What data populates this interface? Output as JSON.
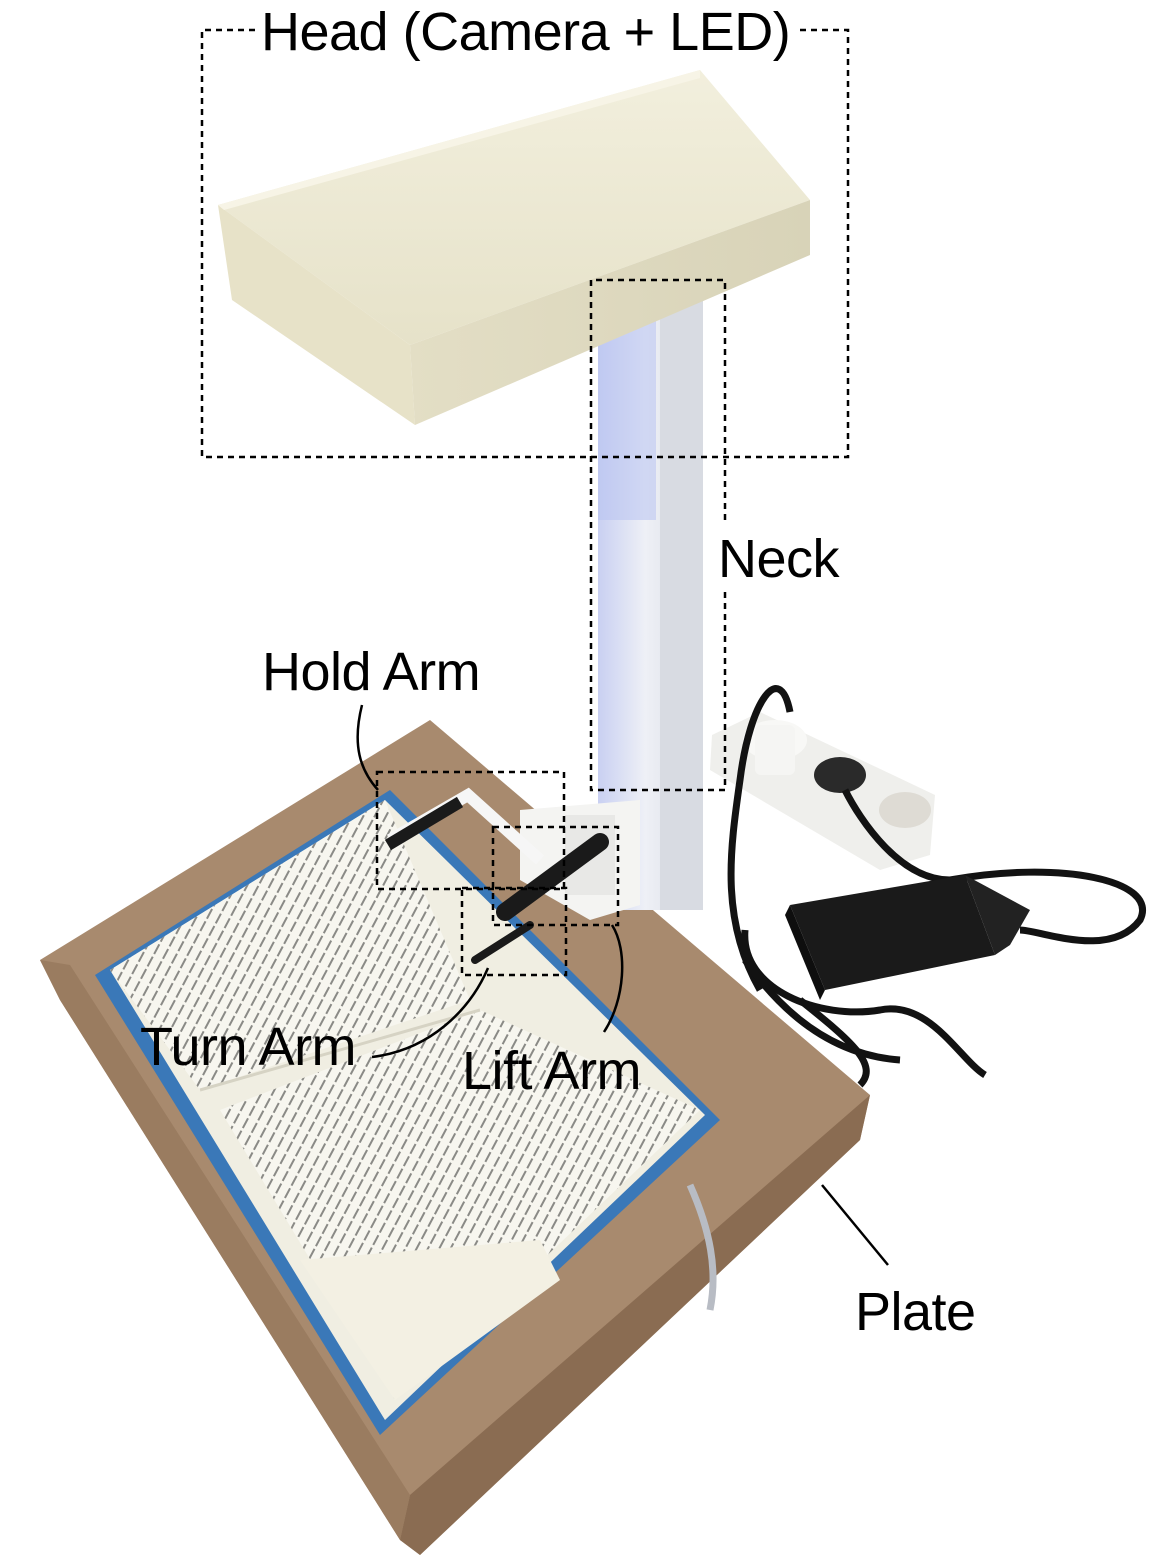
{
  "labels": {
    "head": "Head (Camera + LED)",
    "neck": "Neck",
    "hold_arm": "Hold Arm",
    "turn_arm": "Turn Arm",
    "lift_arm": "Lift Arm",
    "plate": "Plate"
  },
  "colors": {
    "plate": "#a88a6e",
    "plate_dark": "#8a6c52",
    "head_housing": "#ece8d2",
    "neck_pole": "#e6e8ee",
    "neck_glow": "#b8c2f0",
    "book_cover": "#3a78b8",
    "book_page": "#f6f5ee",
    "arm_black": "#1a1a1a",
    "callout_line": "#000000"
  }
}
